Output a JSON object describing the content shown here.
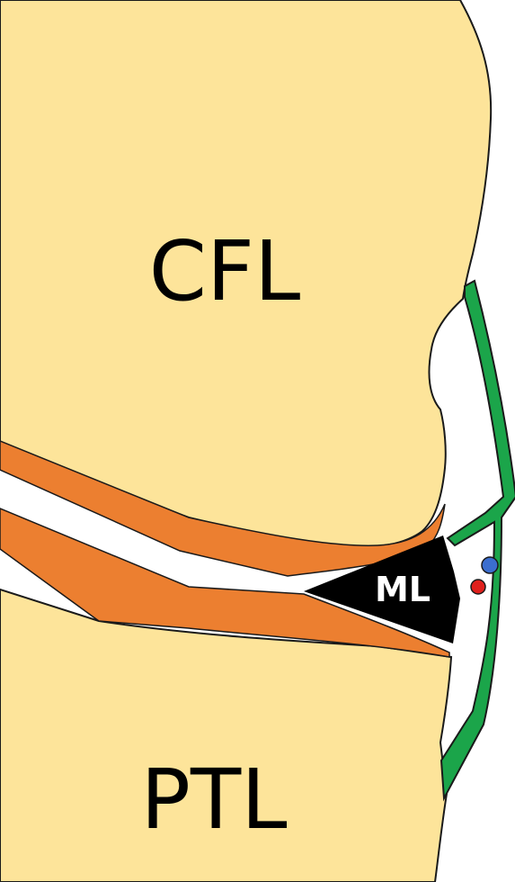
{
  "labels": {
    "upper_region": "CFL",
    "lower_region": "PTL",
    "center_region": "ML"
  },
  "colors": {
    "background": "#ffffff",
    "region_fill": "#fde49a",
    "outline": "#1a1a1a",
    "orange_band": "#ec7f30",
    "green_band": "#1ba54a",
    "ml_fill": "#000000",
    "ml_text": "#ffffff",
    "dot_blue": "#3b6ecf",
    "dot_red": "#e0201c"
  }
}
